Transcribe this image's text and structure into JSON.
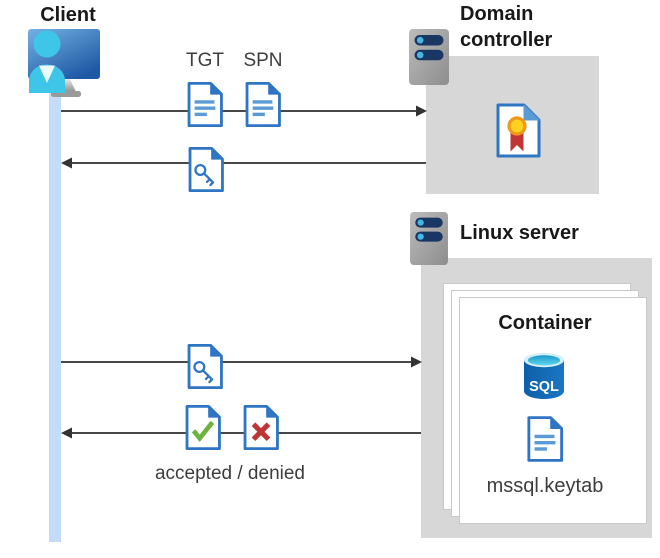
{
  "client": {
    "label": "Client"
  },
  "tickets": {
    "tgt": "TGT",
    "spn": "SPN"
  },
  "domain_controller": {
    "name_line1": "Domain",
    "name_line2": "controller"
  },
  "linux_server": {
    "name": "Linux server"
  },
  "container": {
    "name": "Container",
    "sql_text": "SQL",
    "keytab_file": "mssql.keytab"
  },
  "responses": {
    "accepted_denied": "accepted / denied"
  },
  "icons": {
    "client": "user-at-computer-icon",
    "domain_controller": "server-rack-icon",
    "linux_server": "server-rack-icon",
    "ticket_document": "document-lines-icon",
    "key_document": "document-key-icon",
    "certificate": "document-certificate-icon",
    "accepted_document": "document-check-icon",
    "denied_document": "document-x-icon",
    "sql_database": "sql-database-cylinder-icon"
  },
  "colors": {
    "doc_border_blue": "#2e75c4",
    "doc_line_blue": "#5b9bd5",
    "accept_green": "#6cb33f",
    "deny_red": "#bf3535",
    "cert_gold": "#ffd21f",
    "cert_ribbon_red": "#c13535",
    "lifeline_blue": "#c4dcf8",
    "panel_gray": "#d7d7d7",
    "arrow_gray": "#474747",
    "sql_body_blue": "#1268b1",
    "sql_top_cyan": "#4ecbe9",
    "server_bar_navy": "#1a3763",
    "person_cyan": "#3ec6e8",
    "monitor_blue": "#2a63b0"
  }
}
